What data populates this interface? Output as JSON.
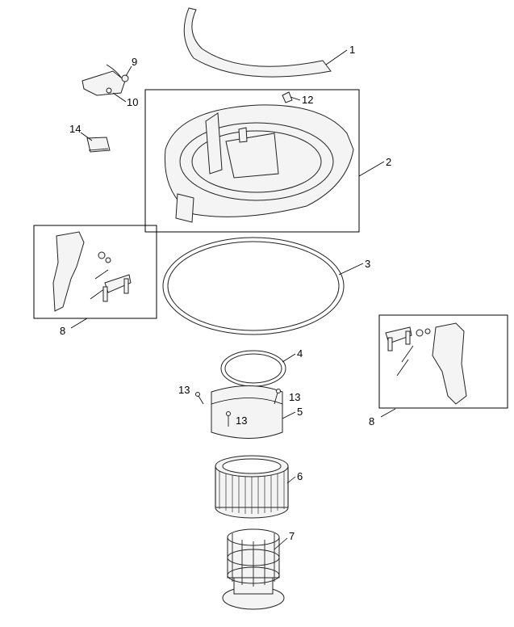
{
  "callouts": {
    "c1": "1",
    "c2": "2",
    "c3": "3",
    "c4": "4",
    "c5": "5",
    "c6": "6",
    "c7": "7",
    "c8a": "8",
    "c8b": "8",
    "c9": "9",
    "c10": "10",
    "c12": "12",
    "c13a": "13",
    "c13b": "13",
    "c13c": "13",
    "c14": "14"
  }
}
